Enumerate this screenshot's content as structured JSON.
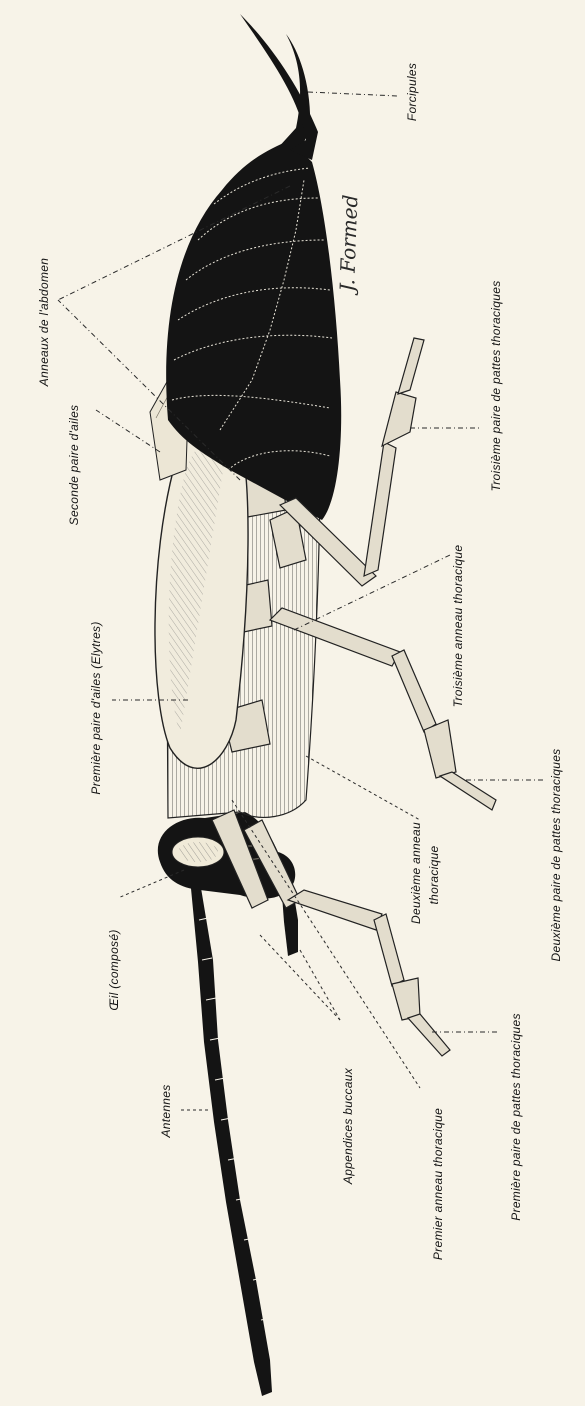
{
  "labels": {
    "premiere_paire_ailes": "Première paire d'ailes (Elytres)",
    "seconde_paire_ailes": "Seconde paire d'ailes",
    "anneaux_abdomen": "Anneaux de l'abdomen",
    "forcipules": "Forcipules",
    "troisieme_paire_pattes": "Troisième paire de pattes thoraciques",
    "troisieme_anneau": "Troisième anneau thoracique",
    "deuxieme_paire_pattes": "Deuxième paire de pattes thoraciques",
    "deuxieme_anneau_1": "Deuxième anneau",
    "deuxieme_anneau_2": "thoracique",
    "premiere_paire_pattes": "Première paire de pattes thoraciques",
    "premier_anneau": "Premier anneau thoracique",
    "appendices_buccaux": "Appendices buccaux",
    "oeil": "Œil (composé)",
    "antennes": "Antennes"
  },
  "signature": "J. Formed"
}
